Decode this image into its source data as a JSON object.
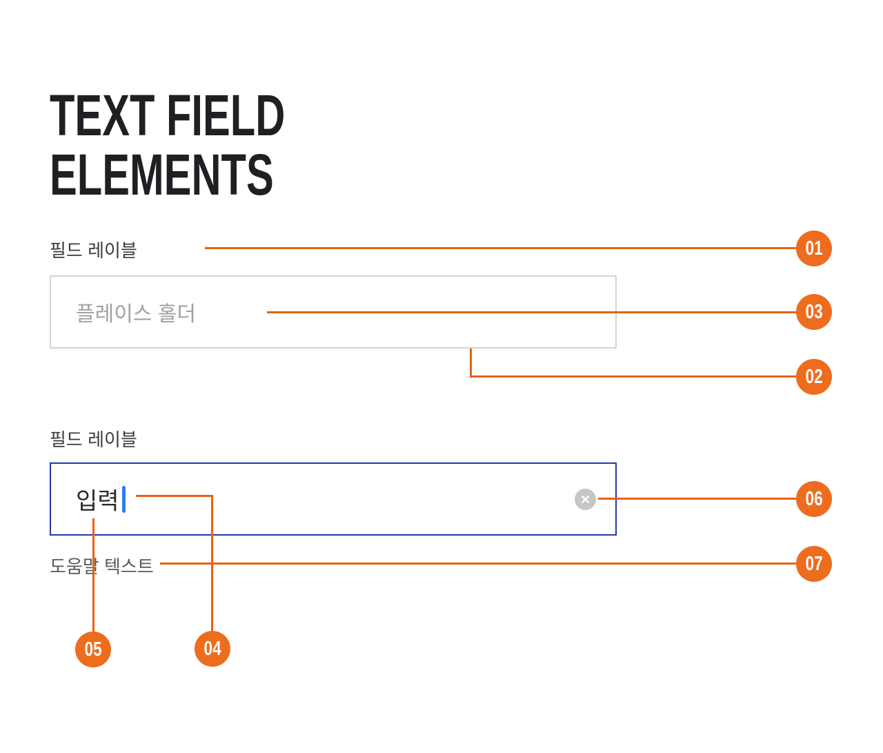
{
  "title": {
    "line1": "TEXT FIELD",
    "line2": "ELEMENTS"
  },
  "fields": {
    "default": {
      "label": "필드 레이블",
      "placeholder": "플레이스 홀더"
    },
    "focused": {
      "label": "필드 레이블",
      "value": "입력",
      "helper_text": "도움말 텍스트"
    }
  },
  "icons": {
    "clear": "✕"
  },
  "badges": {
    "01": "01",
    "02": "02",
    "03": "03",
    "04": "04",
    "05": "05",
    "06": "06",
    "07": "07"
  },
  "colors": {
    "accent_orange": "#ED6C1E",
    "line_orange": "#E9610C",
    "focus_border_blue": "#1F3BA6",
    "cursor_blue": "#2B7BF6",
    "default_border_gray": "#D3D3D3",
    "placeholder_gray": "#9EA0A3",
    "helper_gray": "#58595B",
    "clear_button_gray": "#C6C6C6",
    "title_black": "#1F2023"
  }
}
